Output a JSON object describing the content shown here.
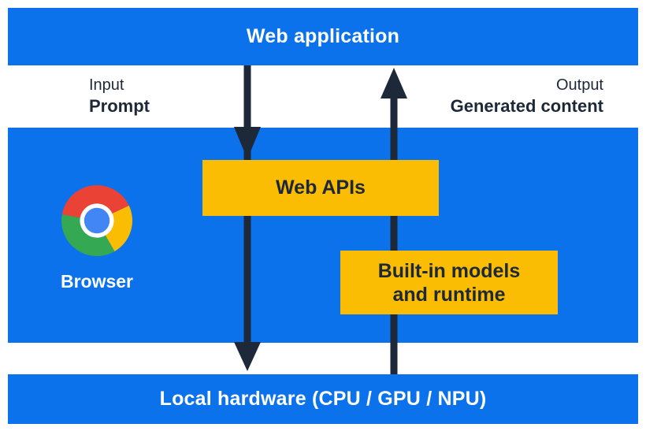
{
  "diagram": {
    "top_bar": {
      "label": "Web application"
    },
    "io_labels": {
      "input_kind": "Input",
      "input_value": "Prompt",
      "output_kind": "Output",
      "output_value": "Generated content"
    },
    "browser_section": {
      "label": "Browser",
      "logo": "chrome-logo",
      "web_apis_label": "Web APIs",
      "builtin_line1": "Built-in models",
      "builtin_line2": "and runtime"
    },
    "bottom_bar": {
      "label": "Local hardware (CPU / GPU / NPU)"
    },
    "flows": {
      "down_arrow": "prompt flows from web application through Web APIs to local hardware",
      "up_arrow": "generated content flows from local hardware through built-in models to web application"
    }
  },
  "colors": {
    "blue": "#0b72eb",
    "yellow": "#fbbc04",
    "dark": "#1d2839",
    "white": "#ffffff",
    "chrome_red": "#ea4335",
    "chrome_green": "#34a853",
    "chrome_yellow": "#fbbc04",
    "chrome_blue": "#4285f4"
  }
}
